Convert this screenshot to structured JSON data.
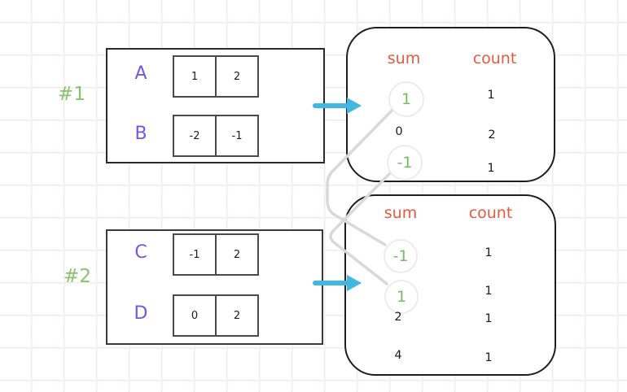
{
  "example1": {
    "label": "#1",
    "arrays": [
      {
        "name": "A",
        "cells": [
          "1",
          "2"
        ]
      },
      {
        "name": "B",
        "cells": [
          "-2",
          "-1"
        ]
      }
    ],
    "result": {
      "headers": {
        "sum": "sum",
        "count": "count"
      },
      "rows": [
        {
          "sum": "1",
          "count": "1",
          "highlighted": true
        },
        {
          "sum": "0",
          "count": "2",
          "highlighted": false
        },
        {
          "sum": "-1",
          "count": "1",
          "highlighted": true
        }
      ]
    }
  },
  "example2": {
    "label": "#2",
    "arrays": [
      {
        "name": "C",
        "cells": [
          "-1",
          "2"
        ]
      },
      {
        "name": "D",
        "cells": [
          "0",
          "2"
        ]
      }
    ],
    "result": {
      "headers": {
        "sum": "sum",
        "count": "count"
      },
      "rows": [
        {
          "sum": "-1",
          "count": "1",
          "highlighted": true
        },
        {
          "sum": "1",
          "count": "1",
          "highlighted": true
        },
        {
          "sum": "2",
          "count": "1",
          "highlighted": false
        },
        {
          "sum": "4",
          "count": "1",
          "highlighted": false
        }
      ]
    }
  },
  "icons": {
    "arrow_1": "right-arrow-icon",
    "arrow_2": "right-arrow-icon"
  },
  "colors": {
    "array_label": "#7356e8",
    "example_label": "#88c46a",
    "table_header": "#e8593f",
    "highlight_value": "#74bd66",
    "arrow": "#41b7e2",
    "connector": "#d9d9d9",
    "grid": "#f1ecec"
  }
}
